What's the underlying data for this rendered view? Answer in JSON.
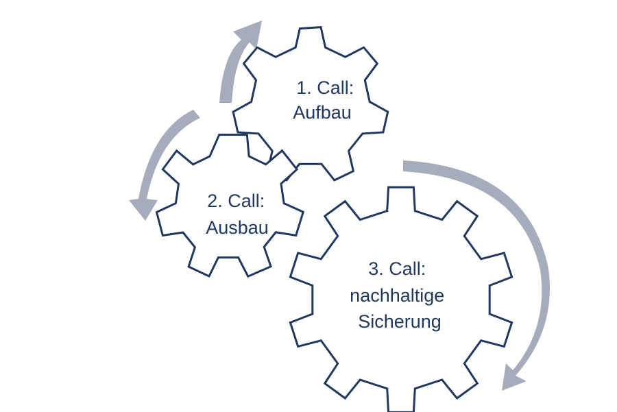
{
  "gears": [
    {
      "id": "call-1",
      "lines": [
        "1. Call:",
        "Aufbau"
      ]
    },
    {
      "id": "call-2",
      "lines": [
        "2. Call:",
        "Ausbau"
      ]
    },
    {
      "id": "call-3",
      "lines": [
        "3. Call:",
        "nachhaltige",
        "Sicherung"
      ]
    }
  ],
  "colors": {
    "gear_outline": "#20385f",
    "gear_fill": "#ffffff",
    "label_text": "#20385f",
    "arrow": "#a6acbc"
  }
}
